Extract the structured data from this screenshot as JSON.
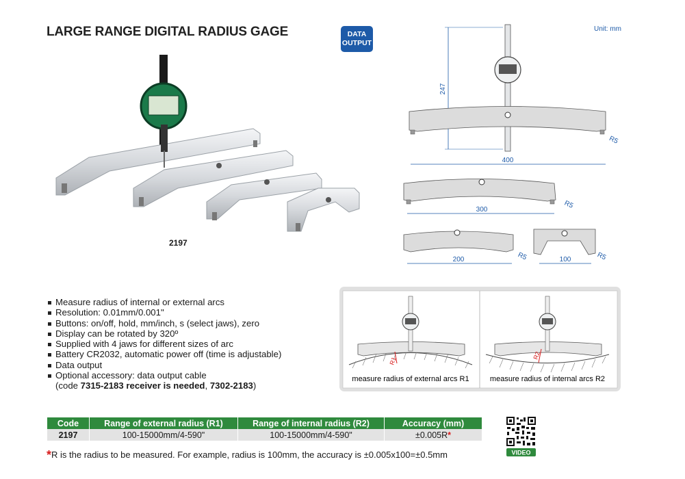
{
  "header": {
    "title": "LARGE RANGE DIGITAL RADIUS GAGE",
    "badge_line1": "DATA",
    "badge_line2": "OUTPUT",
    "unit": "Unit: mm"
  },
  "product": {
    "code_label": "2197"
  },
  "drawing": {
    "height_dim": "247",
    "jaws": [
      {
        "width": "400",
        "radius": "R5"
      },
      {
        "width": "300",
        "radius": "R5"
      },
      {
        "width": "200",
        "radius": "R5"
      },
      {
        "width": "100",
        "radius": "R5"
      }
    ]
  },
  "usage": {
    "external_caption": "measure radius of external arcs R1",
    "internal_caption": "measure radius of internal arcs R2",
    "r1_label": "R1",
    "r2_label": "R2"
  },
  "features": {
    "items": [
      "Measure radius of internal or external arcs",
      "Resolution: 0.01mm/0.001\"",
      "Buttons: on/off, hold, mm/inch, s (select jaws), zero",
      "Display can be rotated by 320º",
      "Supplied with 4 jaws for different sizes of arc",
      "Battery CR2032, automatic power off (time is adjustable)",
      "Data output",
      "Optional accessory: data output cable"
    ],
    "accessory_prefix": "(code ",
    "accessory_bold": "7315-2183 receiver is needed",
    "accessory_sep": ", ",
    "accessory_code2": "7302-2183",
    "accessory_suffix": ")"
  },
  "spec_table": {
    "headers": [
      "Code",
      "Range of external radius (R1)",
      "Range of internal radius (R2)",
      "Accuracy (mm)"
    ],
    "row": {
      "code": "2197",
      "external": "100-15000mm/4-590\"",
      "internal": "100-15000mm/4-590\"",
      "accuracy": "±0.005R"
    },
    "star": "*"
  },
  "footnote": {
    "star": "*",
    "text": "R is the radius to be measured. For example, radius is 100mm, the accuracy is ±0.005x100=±0.5mm"
  },
  "qr": {
    "label": "VIDEO"
  },
  "colors": {
    "accent_blue": "#1d5aa8",
    "table_green": "#2f8a3d",
    "star_red": "#d81e1e"
  }
}
